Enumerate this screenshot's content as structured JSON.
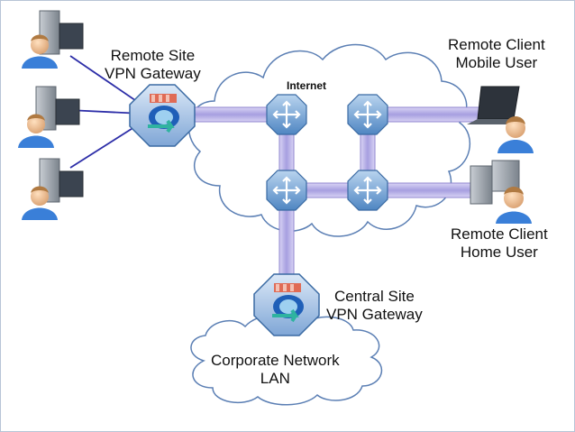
{
  "labels": {
    "remote_site_line1": "Remote Site",
    "remote_site_line2": "VPN Gateway",
    "internet": "Internet",
    "mobile_line1": "Remote Client",
    "mobile_line2": "Mobile User",
    "home_line1": "Remote Client",
    "home_line2": "Home User",
    "central_line1": "Central Site",
    "central_line2": "VPN Gateway",
    "lan_line1": "Corporate Network",
    "lan_line2": "LAN"
  },
  "colors": {
    "tunnel": "#b9b2e6",
    "tunnel_edge": "#8f86cf",
    "cloud_stroke": "#5b7fb4",
    "router_fill": "#6e9fd0",
    "link_line": "#2d2ea8",
    "person_shirt": "#3a7fd8",
    "person_face": "#f2c9a0",
    "computer": "#9aa3ad"
  }
}
